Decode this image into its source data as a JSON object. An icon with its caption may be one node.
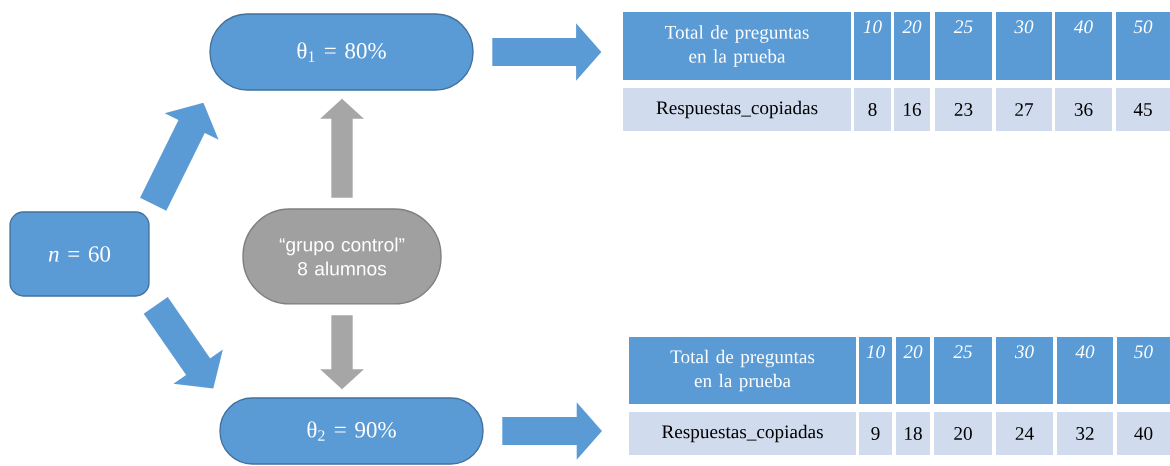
{
  "diagram": {
    "nodes": [
      {
        "text": [
          "*n* = 60"
        ]
      },
      {
        "text": [
          "θ$_{1}$ = 80%"
        ]
      },
      {
        "text": [
          "Total de preguntas en la prueba",
          "10",
          "20",
          "25",
          "30",
          "40",
          "50",
          "Respuestas_copiadas",
          "8",
          "16",
          "23",
          "27",
          "36",
          "45"
        ]
      },
      {
        "text": [
          "“grupo control” 8 alumnos"
        ]
      },
      {
        "text": [
          "θ$_{2}$ = 90%"
        ]
      },
      {
        "text": [
          "Total de preguntas en la prueba",
          "10",
          "20",
          "25",
          "30",
          "40",
          "50",
          "Respuestas_copiadas",
          "9",
          "18",
          "20",
          "24",
          "32",
          "40"
        ]
      }
    ],
    "edges": [
      {
        "from": 0,
        "to": 1,
        "arrow": "to"
      },
      {
        "from": 0,
        "to": 4,
        "arrow": "to"
      },
      {
        "from": 3,
        "to": 1,
        "arrow": "to",
        "color": "#a6a6a6"
      },
      {
        "from": 3,
        "to": 4,
        "arrow": "to",
        "color": "#a6a6a6"
      },
      {
        "from": 1,
        "to": 2,
        "arrow": "to"
      },
      {
        "from": 4,
        "to": 5,
        "arrow": "to"
      }
    ]
  }
}
